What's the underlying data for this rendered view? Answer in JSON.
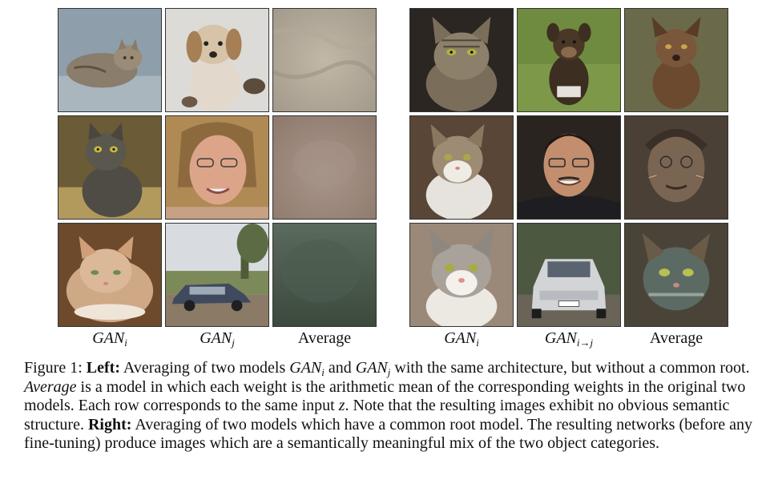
{
  "left_panel": {
    "col_labels": [
      {
        "main": "GAN",
        "sub": "i",
        "italic": true
      },
      {
        "main": "GAN",
        "sub": "j",
        "italic": true
      },
      {
        "main": "Average",
        "sub": "",
        "italic": false
      }
    ],
    "cells": [
      {
        "name": "image-cat-lying-tabby"
      },
      {
        "name": "image-dog-fluffy"
      },
      {
        "name": "image-texture-beige"
      },
      {
        "name": "image-cat-dark-tabby"
      },
      {
        "name": "image-woman-portrait"
      },
      {
        "name": "image-texture-brown"
      },
      {
        "name": "image-kitten-cream"
      },
      {
        "name": "image-car-street"
      },
      {
        "name": "image-texture-green"
      }
    ]
  },
  "right_panel": {
    "col_labels": [
      {
        "main": "GAN",
        "sub": "i",
        "italic": true
      },
      {
        "main": "GAN",
        "sub": "i→j",
        "italic": true
      },
      {
        "main": "Average",
        "sub": "",
        "italic": false
      }
    ],
    "cells": [
      {
        "name": "image-cat-tabby-face"
      },
      {
        "name": "image-dog-grass"
      },
      {
        "name": "image-cat-dog-blend"
      },
      {
        "name": "image-cat-white-tabby"
      },
      {
        "name": "image-man-portrait"
      },
      {
        "name": "image-cat-man-blend"
      },
      {
        "name": "image-cat-white-gray"
      },
      {
        "name": "image-car-white"
      },
      {
        "name": "image-cat-car-blend"
      }
    ]
  },
  "caption": {
    "fig": "Figure 1: ",
    "left_label": "Left:",
    "t1": " Averaging of two models ",
    "gan": "GAN",
    "i": "i",
    "and": " and ",
    "j": "j",
    "t2": " with the same architecture, but without a common root. ",
    "average": "Average",
    "t3": " is a model in which each weight is the arithmetic mean of the corresponding weights in the original two models. Each row corresponds to the same input ",
    "z": "z",
    "t4": ". Note that the resulting images exhibit no obvious semantic structure. ",
    "right_label": "Right:",
    "t5": " Averaging of two models which have a common root model. The resulting networks (before any fine-tuning) produce images which are a semantically meaningful mix of the two object categories."
  }
}
